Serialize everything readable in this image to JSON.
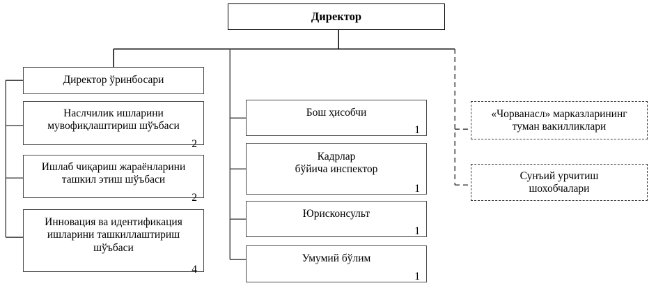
{
  "diagram": {
    "title_node": {
      "label": "Директор"
    },
    "left_branch": [
      {
        "name": "deputy-director",
        "label": "Директор ўринбосари",
        "count": ""
      },
      {
        "name": "breeding-dept",
        "label": "Наслчилик ишларини\nмувофиқлаштириш шўъбаси",
        "count": "2"
      },
      {
        "name": "production-dept",
        "label": "Ишлаб чиқариш жараёнларини\nташкил этиш шўъбаси",
        "count": "2"
      },
      {
        "name": "innovation-dept",
        "label": "Инновация ва идентификация\nишларини ташкиллаштириш\nшўъбаси",
        "count": "4"
      }
    ],
    "middle_branch": [
      {
        "name": "chief-accountant",
        "label": "Бош ҳисобчи",
        "count": "1"
      },
      {
        "name": "hr-inspector",
        "label": "Кадрлар\nбўйича инспектор",
        "count": "1"
      },
      {
        "name": "legal-counsel",
        "label": "Юрисконсульт",
        "count": "1"
      },
      {
        "name": "general-department",
        "label": "Умумий бўлим",
        "count": "1"
      }
    ],
    "right_branch": [
      {
        "name": "regional-representations",
        "label": "«Чорванасл» марказларининг\nтуман вакилликлари",
        "count": ""
      },
      {
        "name": "insemination-branches",
        "label": "Сунъий урчитиш\nшохобчалари",
        "count": ""
      }
    ]
  },
  "colors": {
    "line": "#4a4a4a",
    "root_line": "#000000",
    "dashed_line": "#3a3a3a",
    "background": "#ffffff",
    "text": "#000000"
  }
}
